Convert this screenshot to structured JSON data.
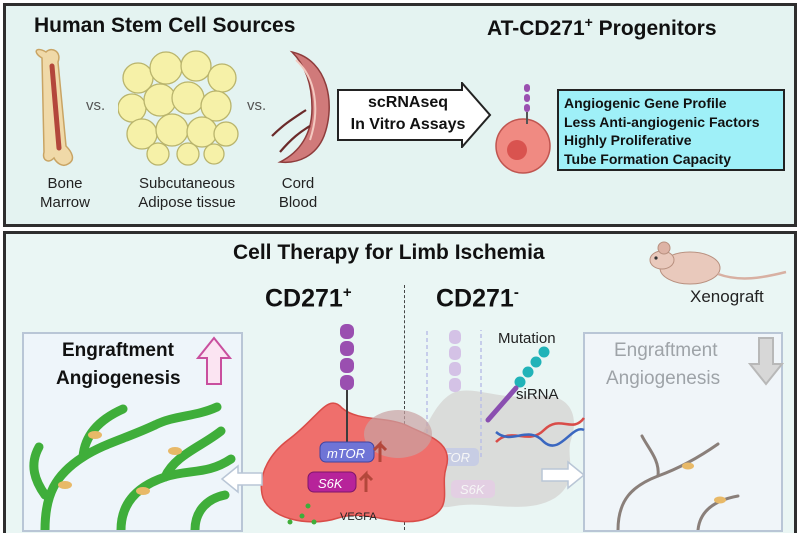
{
  "top": {
    "title": "Human Stem Cell Sources",
    "target_title_main": "AT-CD271",
    "target_title_sup": "+",
    "target_title_tail": " Progenitors",
    "vs1": "vs.",
    "vs2": "vs.",
    "source1_line1": "Bone",
    "source1_line2": "Marrow",
    "source2_line1": "Subcutaneous",
    "source2_line2": "Adipose tissue",
    "source3_line1": "Cord",
    "source3_line2": "Blood",
    "arrow_line1": "scRNAseq",
    "arrow_line2": "In Vitro Assays",
    "profile": [
      "Angiogenic Gene Profile",
      "Less Anti-angiogenic Factors",
      "Highly Proliferative",
      "Tube Formation Capacity"
    ]
  },
  "bottom": {
    "title": "Cell Therapy for Limb Ischemia",
    "cd_pos": "CD271",
    "cd_pos_sup": "+",
    "cd_neg": "CD271",
    "cd_neg_sup": "-",
    "xenograft": "Xenograft",
    "left_line1": "Engraftment",
    "left_line2": "Angiogenesis",
    "right_line1": "Engraftment",
    "right_line2": "Angiogenesis",
    "mutation": "Mutation",
    "sirna": "siRNA",
    "mtor_pos": "mTOR",
    "s6k_pos": "S6K",
    "mtor_neg": "mTOR",
    "s6k_neg": "S6K",
    "vegfa": "VEGFA"
  },
  "colors": {
    "top_bg": "#e4f3f1",
    "bottom_bg": "#eaf6f4",
    "profile_box": "#9ff0f8",
    "cell_red": "#ef6f6c",
    "receptor_purple": "#9a4fb0",
    "vessel_green": "#3fae3a",
    "up_arrow": "#c94f9e",
    "down_arrow": "#b8b8b8"
  },
  "icons": [
    "femur-bone-icon",
    "adipose-cells-icon",
    "umbilical-cord-icon",
    "stem-cell-icon",
    "mouse-icon",
    "up-arrow-icon",
    "down-arrow-icon",
    "dna-icon"
  ]
}
